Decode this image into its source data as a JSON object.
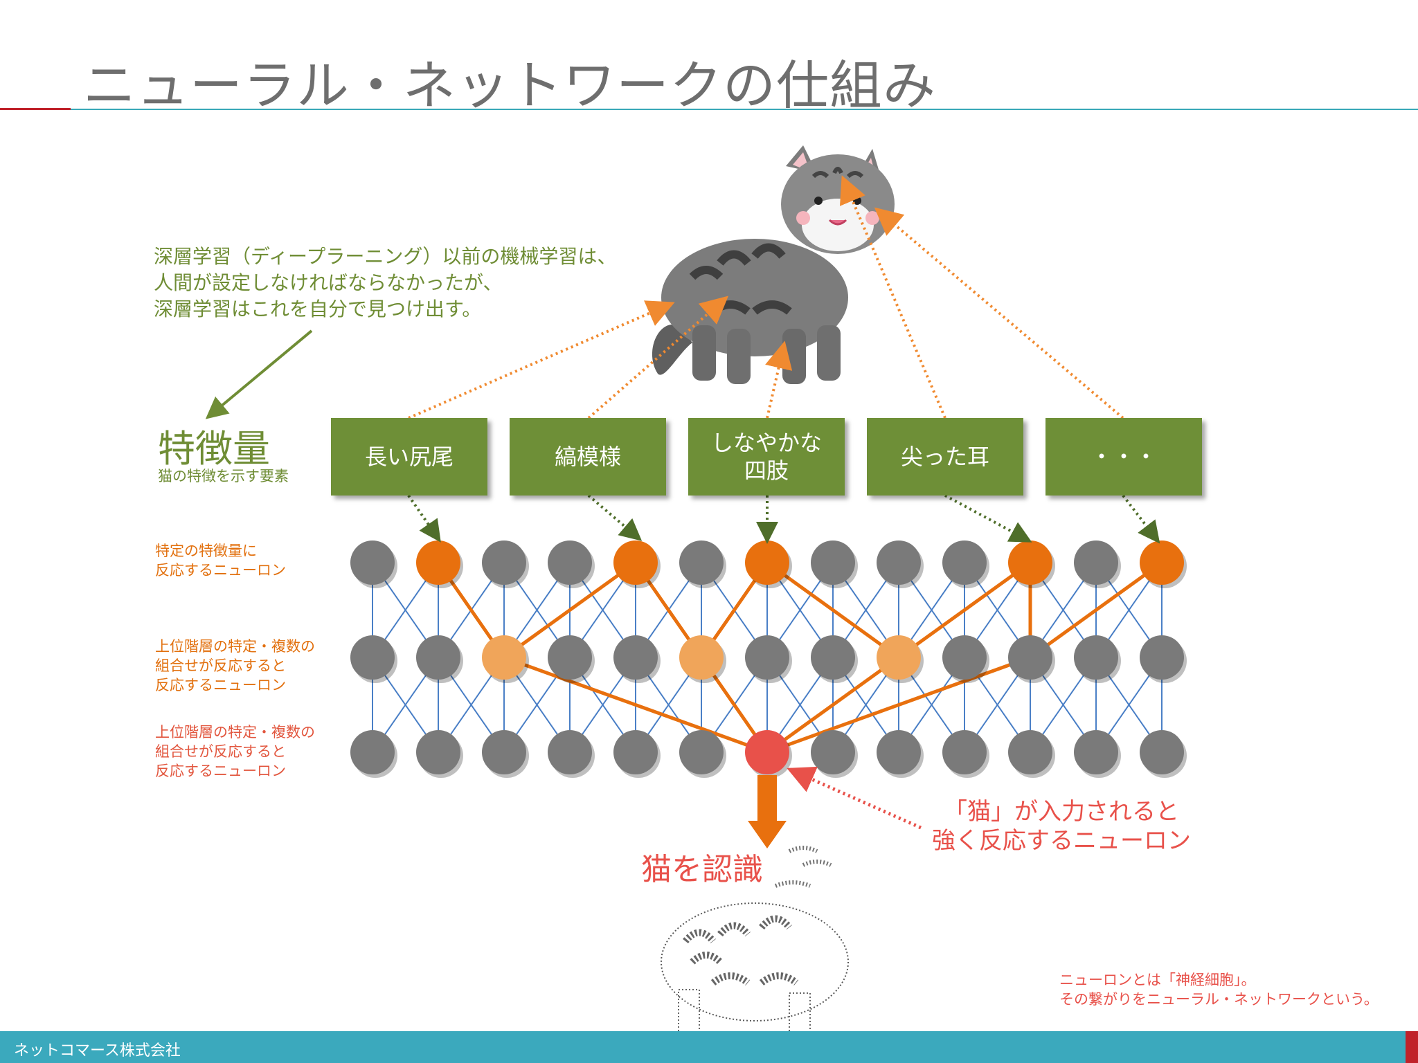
{
  "title": "ニューラル・ネットワークの仕組み",
  "note": {
    "lines": [
      "深層学習（ディープラーニング）以前の機械学習は、",
      "人間が設定しなければならなかったが、",
      "深層学習はこれを自分で見つけ出す。"
    ]
  },
  "feature": {
    "title": "特徴量",
    "subtitle": "猫の特徴を示す要素"
  },
  "features": [
    {
      "lines": [
        "長い尻尾"
      ]
    },
    {
      "lines": [
        "縞模様"
      ]
    },
    {
      "lines": [
        "しなやかな",
        "四肢"
      ]
    },
    {
      "lines": [
        "尖った耳"
      ]
    },
    {
      "lines": [
        "・・・"
      ]
    }
  ],
  "layer_labels": {
    "layer1": [
      "特定の特徴量に",
      "反応するニューロン"
    ],
    "layer2": [
      "上位階層の特定・複数の",
      "組合せが反応すると",
      "反応するニューロン"
    ],
    "layer3": [
      "上位階層の特定・複数の",
      "組合せが反応すると",
      "反応するニューロン"
    ]
  },
  "neuron_note": [
    "「猫」が入力されると",
    "強く反応するニューロン"
  ],
  "recognize_label": "猫を認識",
  "footnote": [
    "ニューロンとは「神経細胞」。",
    "その繋がりをニューラル・ネットワークという。"
  ],
  "company": "ネットコマース株式会社",
  "icons": [
    "cat-illustration",
    "cat-sketch",
    "arrow-icon"
  ],
  "colors": {
    "green": "#6e8f37",
    "orange": "#e8700e",
    "red": "#e8514a",
    "gray": "#7a7a7a",
    "blue": "#3b7cc4",
    "teal": "#3ba9bd"
  }
}
